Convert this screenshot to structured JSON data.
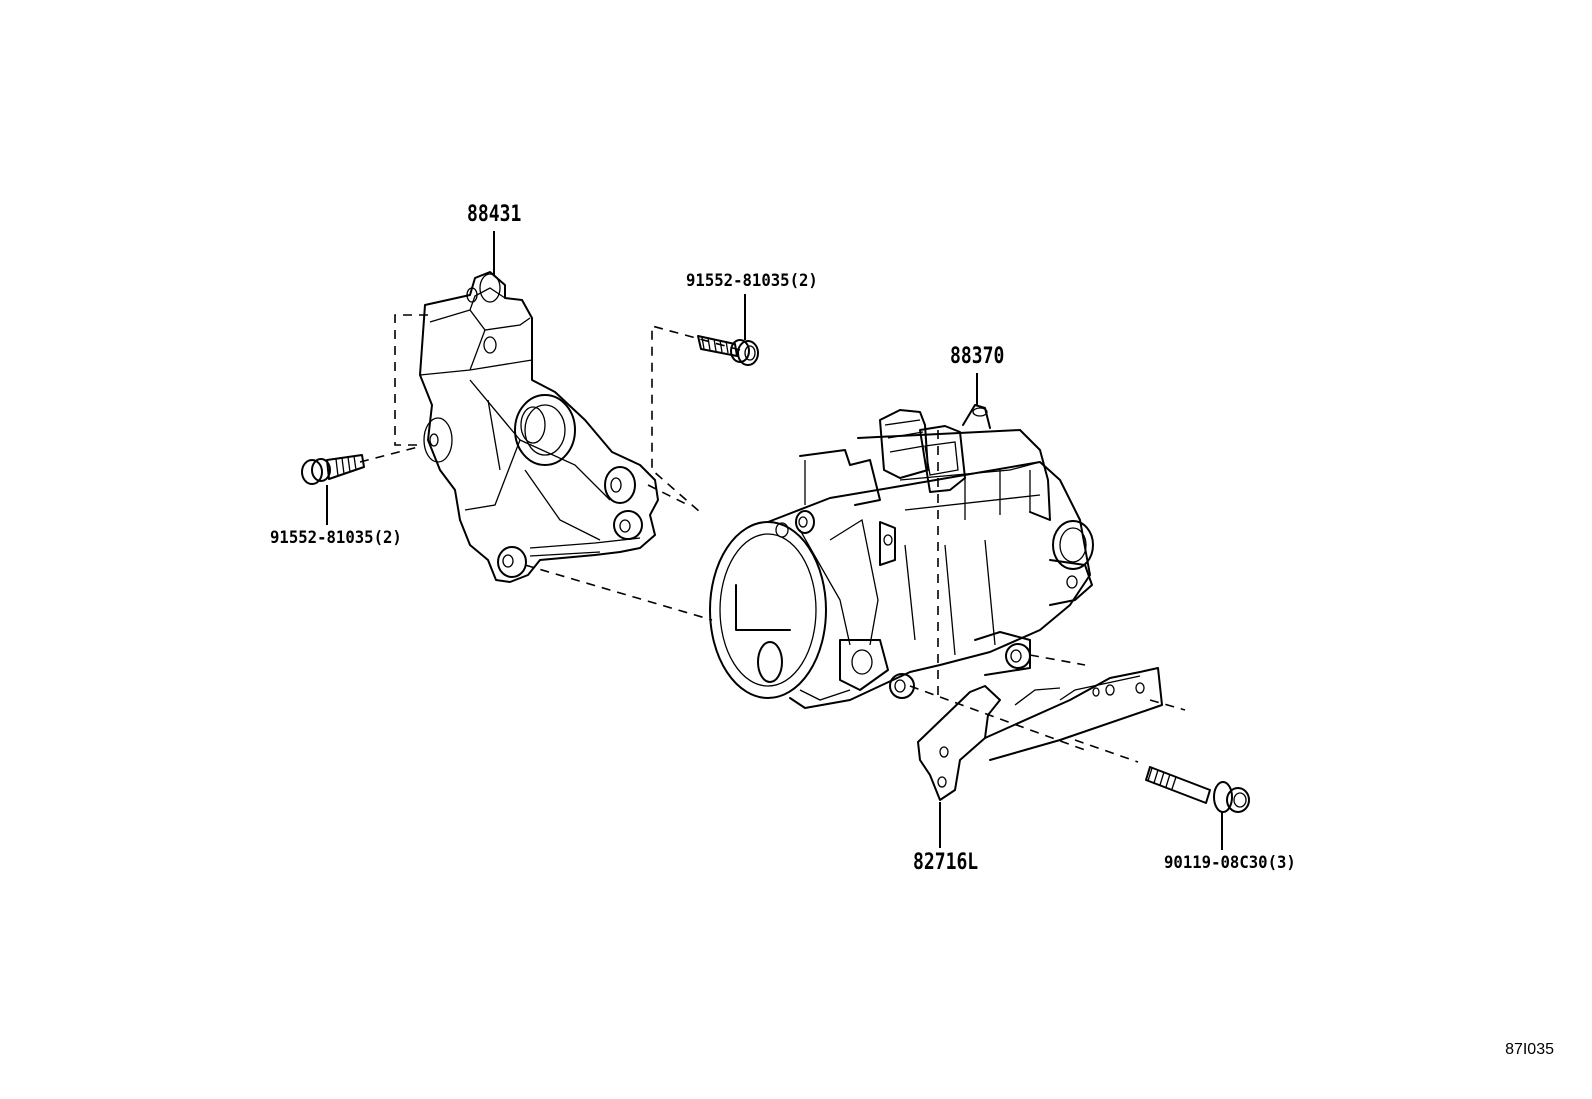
{
  "parts": [
    {
      "id": "bracket",
      "number": "88431"
    },
    {
      "id": "bolt-upper",
      "number": "91552-81035(2)"
    },
    {
      "id": "bolt-left",
      "number": "91552-81035(2)"
    },
    {
      "id": "compressor",
      "number": "88370"
    },
    {
      "id": "stay",
      "number": "82716L"
    },
    {
      "id": "bolt-lower",
      "number": "90119-08C30(3)"
    }
  ],
  "diagram_code": "87I035"
}
